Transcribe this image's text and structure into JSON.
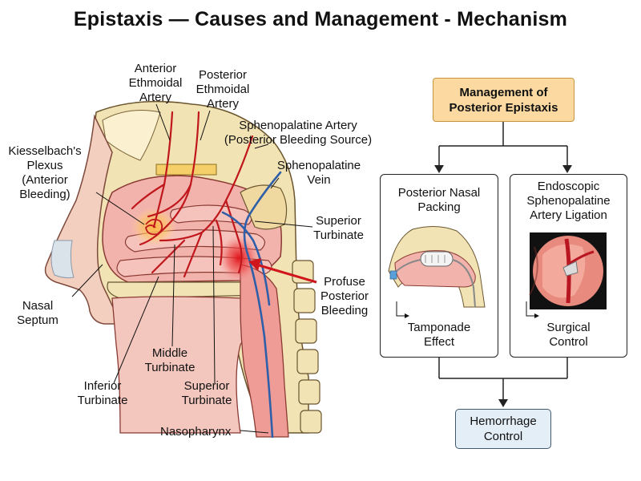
{
  "title": "Epistaxis — Causes and Management - Mechanism",
  "anatomy_labels": {
    "anterior_ethmoidal": [
      "Anterior",
      "Ethmoidal",
      "Artery"
    ],
    "posterior_ethmoidal": [
      "Posterior",
      "Ethmoidal",
      "Artery"
    ],
    "sphenopalatine_artery": [
      "Sphenopalatine Artery",
      "(Posterior Bleeding Source)"
    ],
    "sphenopalatine_vein": [
      "Sphenopalatine",
      "Vein"
    ],
    "kiesselbach": [
      "Kiesselbach's",
      "Plexus",
      "(Anterior",
      "Bleeding)"
    ],
    "superior_turbinate_right": [
      "Superior",
      "Turbinate"
    ],
    "profuse_bleeding": [
      "Profuse",
      "Posterior",
      "Bleeding"
    ],
    "nasal_septum": [
      "Nasal",
      "Septum"
    ],
    "middle_turbinate": [
      "Middle",
      "Turbinate"
    ],
    "inferior_turbinate": [
      "Inferior",
      "Turbinate"
    ],
    "superior_turbinate_bottom": [
      "Superior",
      "Turbinate"
    ],
    "nasopharynx": "Nasopharynx"
  },
  "flowchart": {
    "root": [
      "Management of",
      "Posterior Epistaxis"
    ],
    "left_option": {
      "title": [
        "Posterior Nasal",
        "Packing"
      ],
      "effect": [
        "Tamponade",
        "Effect"
      ]
    },
    "right_option": {
      "title": [
        "Endoscopic",
        "Sphenopalatine",
        "Artery Ligation"
      ],
      "effect": [
        "Surgical",
        "Control"
      ]
    },
    "result": [
      "Hemorrhage",
      "Control"
    ]
  },
  "colors": {
    "artery": "#c0171c",
    "vein": "#2f5fa8",
    "mucosa": "#f2b3ad",
    "bone": "#f1e3b4",
    "skin": "#f3cfc0",
    "mgmt_fill": "#fbd9a1",
    "result_fill": "#e4eef7"
  }
}
